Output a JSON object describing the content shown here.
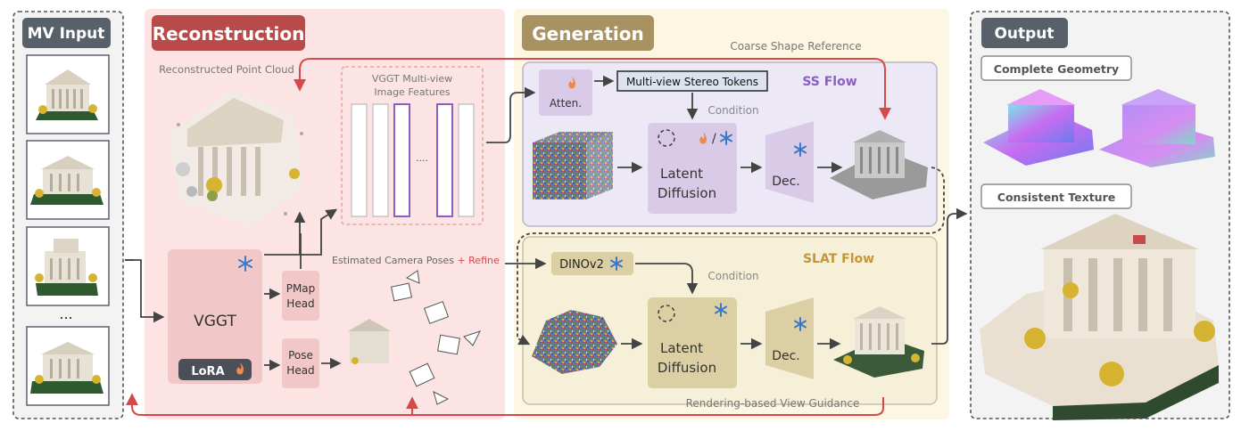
{
  "sections": {
    "mv_input": "MV Input",
    "reconstruction": "Reconstruction",
    "generation": "Generation",
    "output": "Output"
  },
  "reconstruction": {
    "point_cloud_label": "Reconstructed Point Cloud",
    "features_label_line1": "VGGT Multi-view",
    "features_label_line2": "Image Features",
    "vggt": "VGGT",
    "lora": "LoRA",
    "pmap_line1": "PMap",
    "pmap_line2": "Head",
    "pose_line1": "Pose",
    "pose_line2": "Head",
    "camera_poses": "Estimated Camera Poses",
    "refine": "+ Refine",
    "ellipsis": "...."
  },
  "generation": {
    "coarse_shape": "Coarse Shape Reference",
    "atten": "Atten.",
    "stereo_tokens": "Multi-view Stereo Tokens",
    "ss_flow": "SS Flow",
    "condition1": "Condition",
    "latent1_line1": "Latent",
    "latent1_line2": "Diffusion",
    "dec1": "Dec.",
    "slash": "/",
    "dinov2": "DINOv2",
    "slat_flow": "SLAT Flow",
    "condition2": "Condition",
    "latent2_line1": "Latent",
    "latent2_line2": "Diffusion",
    "dec2": "Dec.",
    "rendering_guidance": "Rendering-based View Guidance"
  },
  "input": {
    "ellipsis": "..."
  },
  "output": {
    "complete_geometry": "Complete Geometry",
    "consistent_texture": "Consistent Texture"
  },
  "icons": {
    "frozen": "snowflake-icon",
    "trainable": "flame-icon",
    "noise": "refresh-icon"
  },
  "colors": {
    "recon_bg": "#fbe4e3",
    "recon_header": "#b94a4a",
    "gen_bg": "#fcf6e2",
    "gen_header": "#a89261",
    "ss_bg": "#ece8f6",
    "slat_bg": "#f7f0d8",
    "vggt_box": "#f2c7c7",
    "latent_ss": "#d9cbe7",
    "latent_slat": "#ddcfa4",
    "accent_red": "#d44a4a",
    "flow_purple": "#8a5fc3",
    "flow_gold": "#c2963a"
  }
}
